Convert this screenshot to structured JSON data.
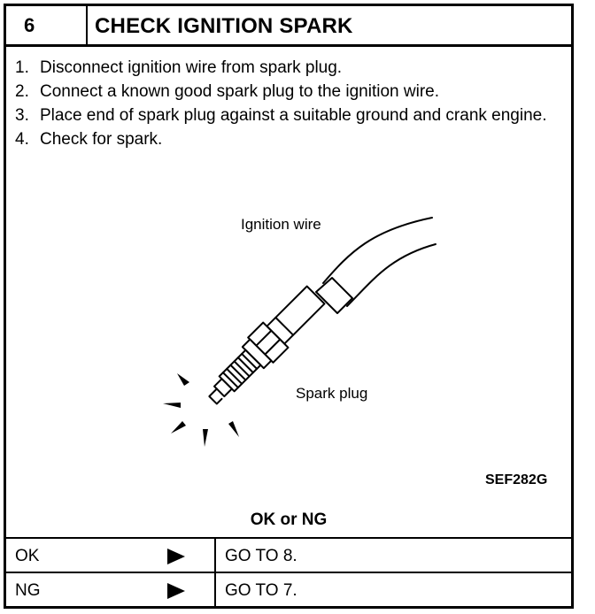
{
  "header": {
    "step_number": "6",
    "title": "CHECK IGNITION SPARK"
  },
  "steps": [
    {
      "num": "1.",
      "text": "Disconnect ignition wire from spark plug."
    },
    {
      "num": "2.",
      "text": "Connect a known good spark plug to the ignition wire."
    },
    {
      "num": "3.",
      "text": "Place end of spark plug against a suitable ground and crank engine."
    },
    {
      "num": "4.",
      "text": "Check for spark."
    }
  ],
  "figure": {
    "label_wire": "Ignition wire",
    "label_plug": "Spark plug",
    "code": "SEF282G"
  },
  "results": {
    "title": "OK or NG",
    "rows": [
      {
        "label": "OK",
        "action": "GO TO 8."
      },
      {
        "label": "NG",
        "action": "GO TO 7."
      }
    ]
  }
}
